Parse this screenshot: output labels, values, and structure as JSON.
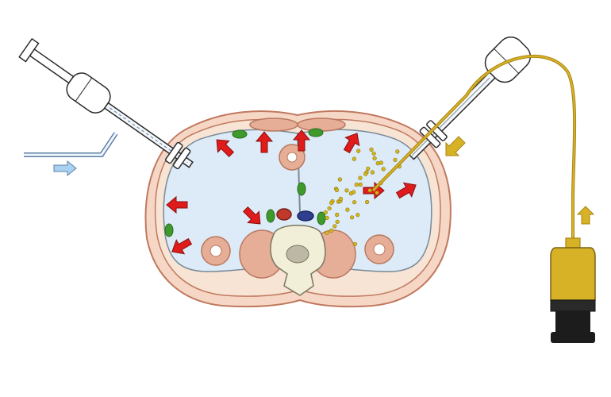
{
  "figure": {
    "subject": "cross-section-of-abdomen-with-insufflation-and-aerosol-injection",
    "colors": {
      "background": "#ffffff",
      "skin_outer": "#f6d7c6",
      "skin_border": "#c0795f",
      "fat_layer": "#f7e4d5",
      "cavity": "#dcebf7",
      "muscle": "#e6ad97",
      "bone": "#f2efd9",
      "bone_core": "#bdb8a5",
      "organ_green": "#3f9a2c",
      "aorta_red": "#c0392b",
      "vena_blue": "#2f3f8f",
      "pressure_arrow": "#e01b1b",
      "flow_arrow_blue": "#a9d2f2",
      "yellow_device": "#d7b226",
      "yellow_dark": "#a88614",
      "injector_black": "#1c1c1c",
      "droplet": "#d5b71c"
    },
    "icons": {
      "left_device": "syringe-trocar-icon",
      "right_device": "nebulizer-trocar-icon",
      "pump": "injector-pump-icon",
      "arrows": "red-arrow-icon"
    },
    "pressure_arrow_count": 9,
    "droplet_count": 46
  }
}
